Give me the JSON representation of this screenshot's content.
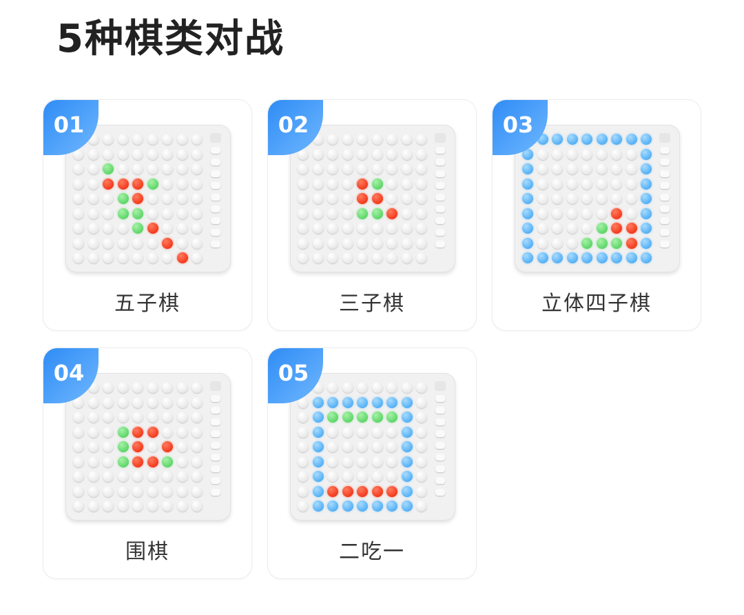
{
  "title": "5种棋类对战",
  "colors": {
    "red": "#f33b1e",
    "green": "#5fd66a",
    "blue": "#56b1f5",
    "badge": "#3b94f7"
  },
  "cards": [
    {
      "number": "01",
      "label": "五子棋",
      "pieces": {
        "red": [
          [
            3,
            2
          ],
          [
            3,
            3
          ],
          [
            3,
            4
          ],
          [
            4,
            4
          ],
          [
            6,
            5
          ],
          [
            7,
            6
          ],
          [
            8,
            7
          ]
        ],
        "green": [
          [
            2,
            2
          ],
          [
            3,
            5
          ],
          [
            4,
            3
          ],
          [
            5,
            3
          ],
          [
            5,
            4
          ],
          [
            6,
            4
          ]
        ],
        "blue": []
      }
    },
    {
      "number": "02",
      "label": "三子棋",
      "pieces": {
        "red": [
          [
            3,
            4
          ],
          [
            4,
            4
          ],
          [
            4,
            5
          ],
          [
            5,
            6
          ]
        ],
        "green": [
          [
            3,
            5
          ],
          [
            5,
            4
          ],
          [
            5,
            5
          ]
        ],
        "blue": []
      }
    },
    {
      "number": "03",
      "label": "立体四子棋",
      "pieces": {
        "red": [
          [
            5,
            6
          ],
          [
            6,
            6
          ],
          [
            6,
            7
          ],
          [
            7,
            7
          ]
        ],
        "green": [
          [
            6,
            5
          ],
          [
            7,
            4
          ],
          [
            7,
            5
          ],
          [
            7,
            6
          ]
        ],
        "blue": "border"
      }
    },
    {
      "number": "04",
      "label": "围棋",
      "pieces": {
        "red": [
          [
            3,
            4
          ],
          [
            3,
            5
          ],
          [
            4,
            4
          ],
          [
            4,
            6
          ],
          [
            5,
            4
          ],
          [
            5,
            5
          ]
        ],
        "green": [
          [
            3,
            3
          ],
          [
            4,
            3
          ],
          [
            5,
            3
          ],
          [
            5,
            6
          ]
        ],
        "blue": []
      }
    },
    {
      "number": "05",
      "label": "二吃一",
      "pieces": {
        "red": [
          [
            7,
            2
          ],
          [
            7,
            3
          ],
          [
            7,
            4
          ],
          [
            7,
            5
          ],
          [
            7,
            6
          ]
        ],
        "green": [
          [
            2,
            2
          ],
          [
            2,
            3
          ],
          [
            2,
            4
          ],
          [
            2,
            5
          ],
          [
            2,
            6
          ]
        ],
        "blue": "ring"
      }
    }
  ]
}
